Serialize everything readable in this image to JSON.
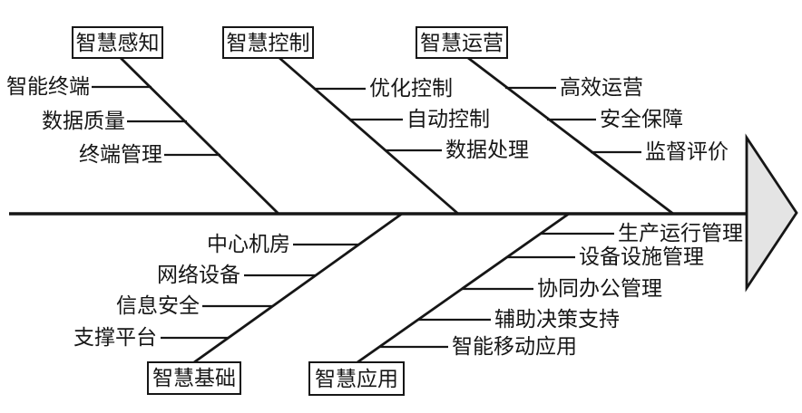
{
  "diagram": {
    "kind": "fishbone",
    "line_color": "#161616",
    "arrow_fill": "#e4e4e4",
    "background": "#ffffff",
    "top_branches": [
      {
        "label": "智慧感知",
        "items": [
          "智能终端",
          "数据质量",
          "终端管理"
        ]
      },
      {
        "label": "智慧控制",
        "items": [
          "优化控制",
          "自动控制",
          "数据处理"
        ]
      },
      {
        "label": "智慧运营",
        "items": [
          "高效运营",
          "安全保障",
          "监督评价"
        ]
      }
    ],
    "bottom_branches": [
      {
        "label": "智慧基础",
        "items": [
          "中心机房",
          "网络设备",
          "信息安全",
          "支撑平台"
        ]
      },
      {
        "label": "智慧应用",
        "items": [
          "生产运行管理",
          "设备设施管理",
          "协同办公管理",
          "辅助决策支持",
          "智能移动应用"
        ]
      }
    ]
  }
}
